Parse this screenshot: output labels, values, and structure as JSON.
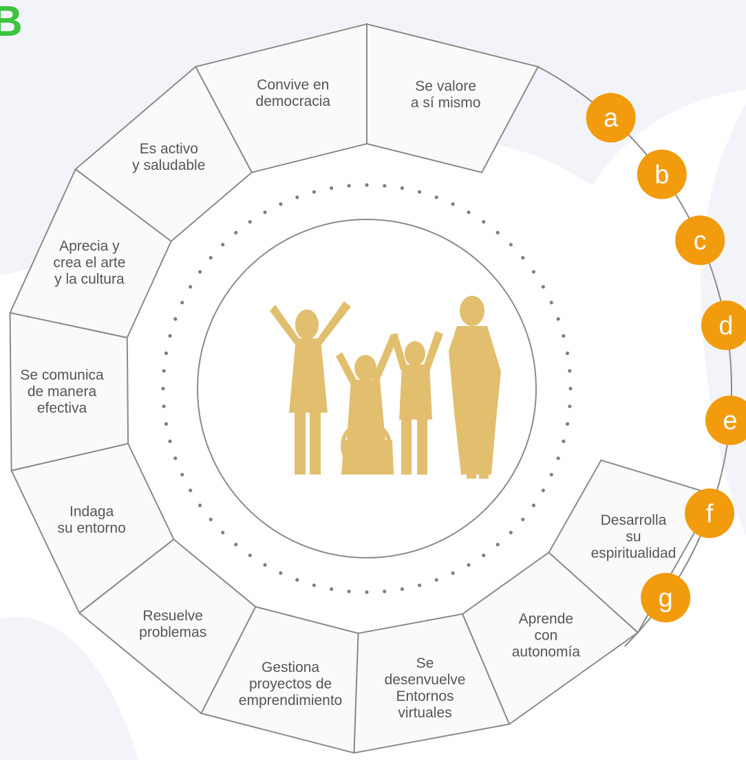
{
  "colors": {
    "background": "#ffffff",
    "blob": "#f3f4f9",
    "segment_fill": "#fafafa",
    "ring_line": "#8a8a8a",
    "label_text": "#555555",
    "badge": "#f29b0c",
    "badge_text": "#ffffff",
    "figures": "#e2bf6e",
    "dots": "#7f7f7f",
    "corner_letter": "#3cc43c"
  },
  "corner_letter": "B",
  "center_icon": "people-silhouettes-icon",
  "segments": [
    {
      "lines": [
        "Se valore",
        "a sí mismo"
      ]
    },
    {
      "lines": [
        "Convive en",
        "democracia"
      ]
    },
    {
      "lines": [
        "Es activo",
        "y saludable"
      ]
    },
    {
      "lines": [
        "Aprecia y",
        "crea el arte",
        "y la cultura"
      ]
    },
    {
      "lines": [
        "Se comunica",
        "de manera",
        "efectiva"
      ]
    },
    {
      "lines": [
        "Indaga",
        "su entorno"
      ]
    },
    {
      "lines": [
        "Resuelve",
        "problemas"
      ]
    },
    {
      "lines": [
        "Gestiona",
        "proyectos de",
        "emprendimiento"
      ]
    },
    {
      "lines": [
        "Se",
        "desenvuelve",
        "Entornos",
        "virtuales"
      ]
    },
    {
      "lines": [
        "Aprende",
        "con",
        "autonomía"
      ]
    },
    {
      "lines": [
        "Desarrolla",
        "su",
        "espiritualidad"
      ]
    }
  ],
  "badges": [
    "a",
    "b",
    "c",
    "d",
    "e",
    "f",
    "g"
  ]
}
